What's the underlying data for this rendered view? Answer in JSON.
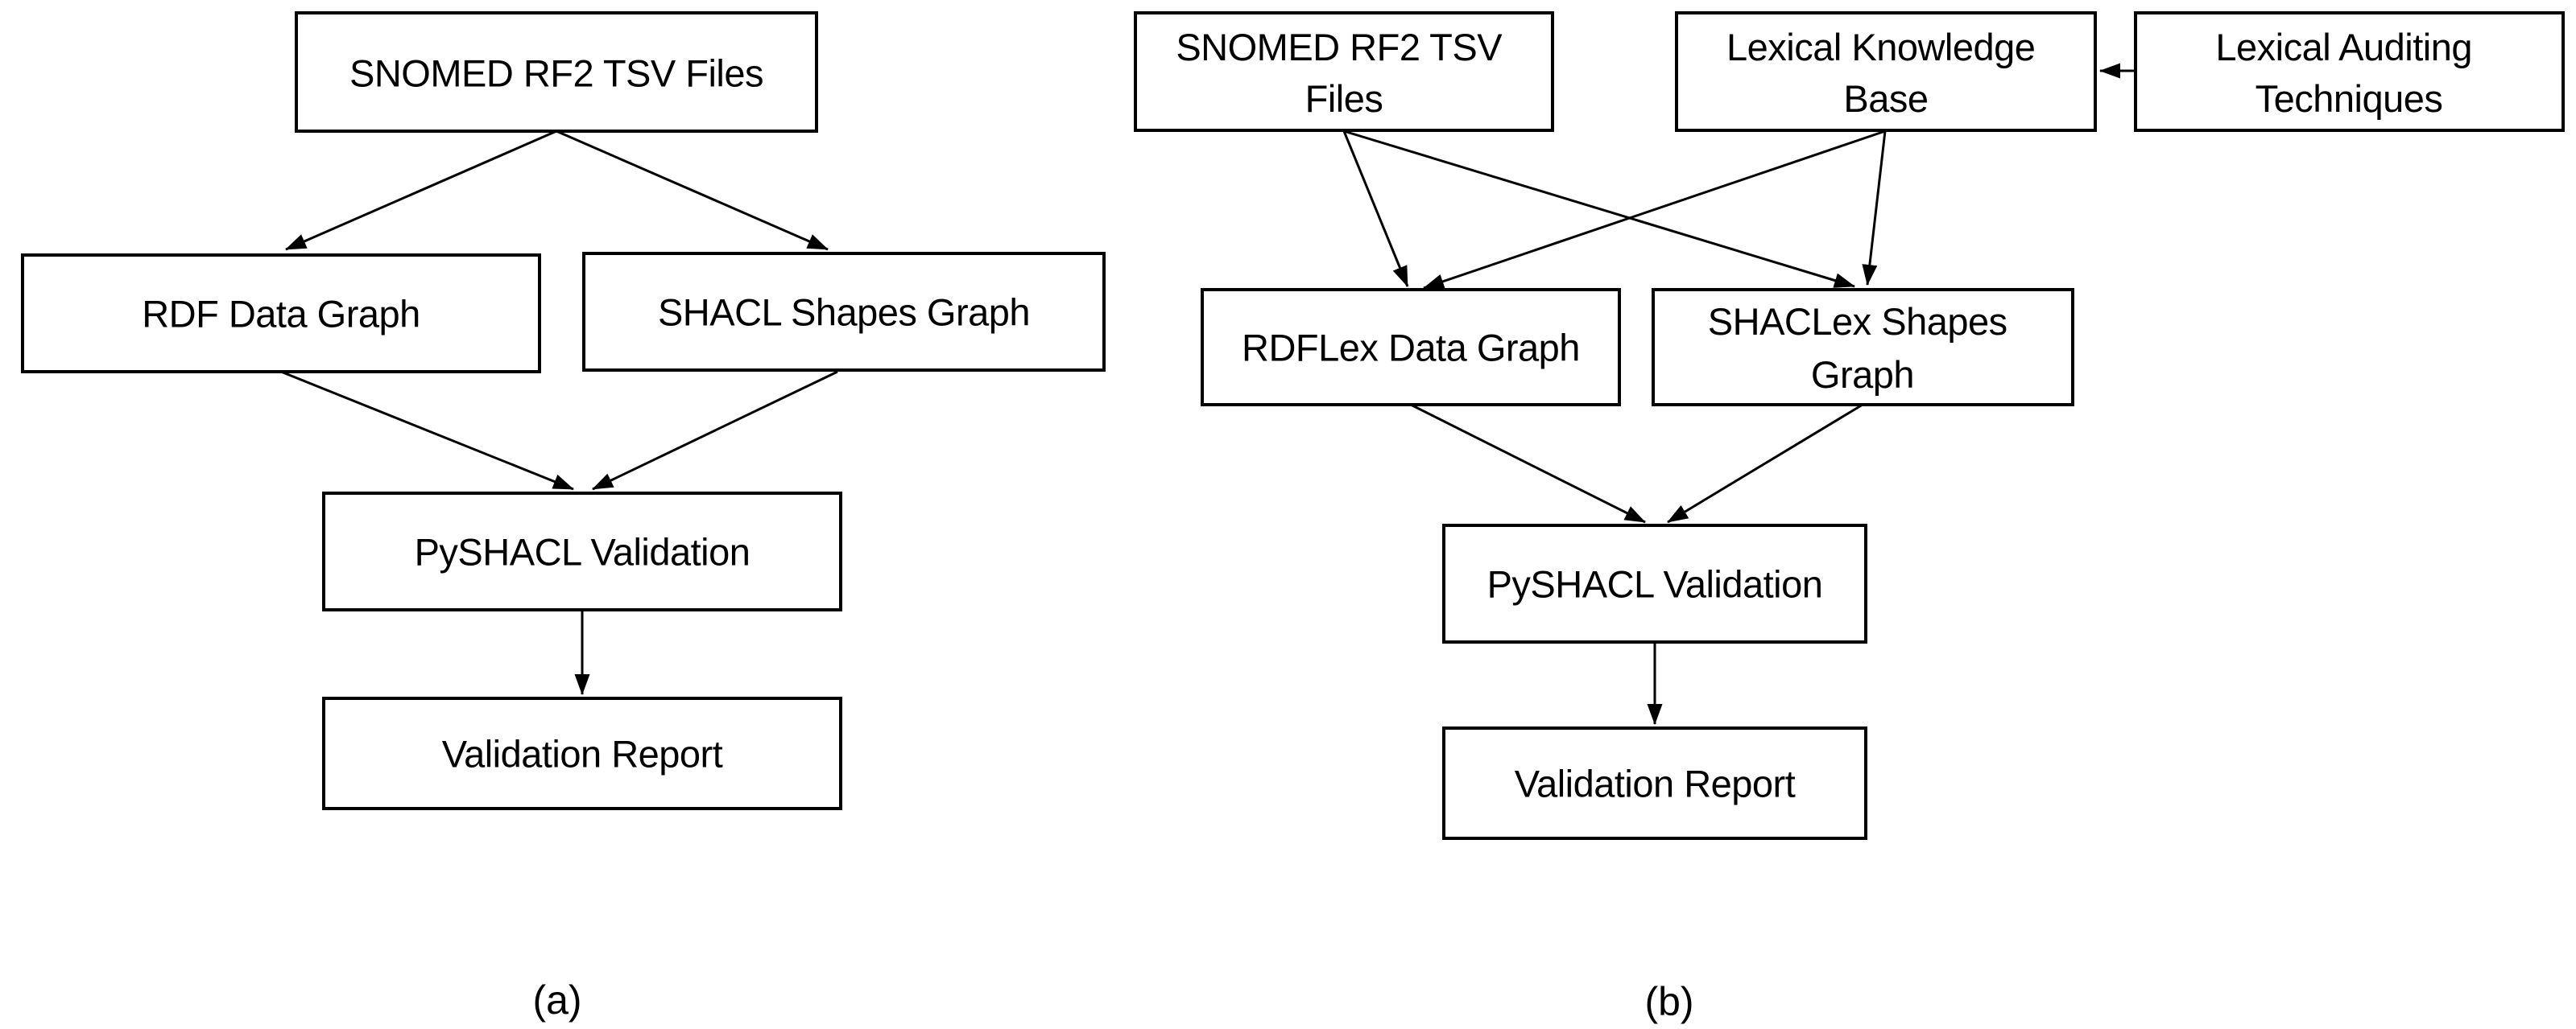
{
  "figure": {
    "description": "Two flowcharts comparing a SHACL validation pipeline (a) with a lexical-extended SHACLex pipeline (b)"
  },
  "colors": {
    "background": "#ffffff",
    "line": "#000000",
    "text": "#000000"
  },
  "diagram_a": {
    "sublabel": "(a)",
    "nodes": {
      "snomed": {
        "label": "SNOMED RF2 TSV Files"
      },
      "rdf_data_graph": {
        "label": "RDF Data Graph"
      },
      "shacl_shapes_graph": {
        "label": "SHACL Shapes Graph"
      },
      "pyshacl_validation": {
        "label": "PySHACL Validation"
      },
      "validation_report": {
        "label": "Validation Report"
      }
    },
    "edges": [
      {
        "from": "SNOMED RF2 TSV Files",
        "to": "RDF Data Graph"
      },
      {
        "from": "SNOMED RF2 TSV Files",
        "to": "SHACL Shapes Graph"
      },
      {
        "from": "RDF Data Graph",
        "to": "PySHACL Validation"
      },
      {
        "from": "SHACL Shapes Graph",
        "to": "PySHACL Validation"
      },
      {
        "from": "PySHACL Validation",
        "to": "Validation Report"
      }
    ]
  },
  "diagram_b": {
    "sublabel": "(b)",
    "nodes": {
      "snomed": {
        "line1": "SNOMED RF2 TSV",
        "line2": "Files"
      },
      "lexical_kb": {
        "line1": "Lexical Knowledge",
        "line2": "Base"
      },
      "lexical_auditing": {
        "line1": "Lexical Auditing",
        "line2": "Techniques"
      },
      "rdflex_data_graph": {
        "label": "RDFLex Data Graph"
      },
      "shaclex_shapes_graph": {
        "line1": "SHACLex Shapes",
        "line2": "Graph"
      },
      "pyshacl_validation": {
        "label": "PySHACL Validation"
      },
      "validation_report": {
        "label": "Validation Report"
      }
    },
    "edges": [
      {
        "from": "Lexical Auditing Techniques",
        "to": "Lexical Knowledge Base"
      },
      {
        "from": "SNOMED RF2 TSV Files",
        "to": "RDFLex Data Graph"
      },
      {
        "from": "SNOMED RF2 TSV Files",
        "to": "SHACLex Shapes Graph"
      },
      {
        "from": "Lexical Knowledge Base",
        "to": "RDFLex Data Graph"
      },
      {
        "from": "Lexical Knowledge Base",
        "to": "SHACLex Shapes Graph"
      },
      {
        "from": "RDFLex Data Graph",
        "to": "PySHACL Validation"
      },
      {
        "from": "SHACLex Shapes Graph",
        "to": "PySHACL Validation"
      },
      {
        "from": "PySHACL Validation",
        "to": "Validation Report"
      }
    ]
  }
}
